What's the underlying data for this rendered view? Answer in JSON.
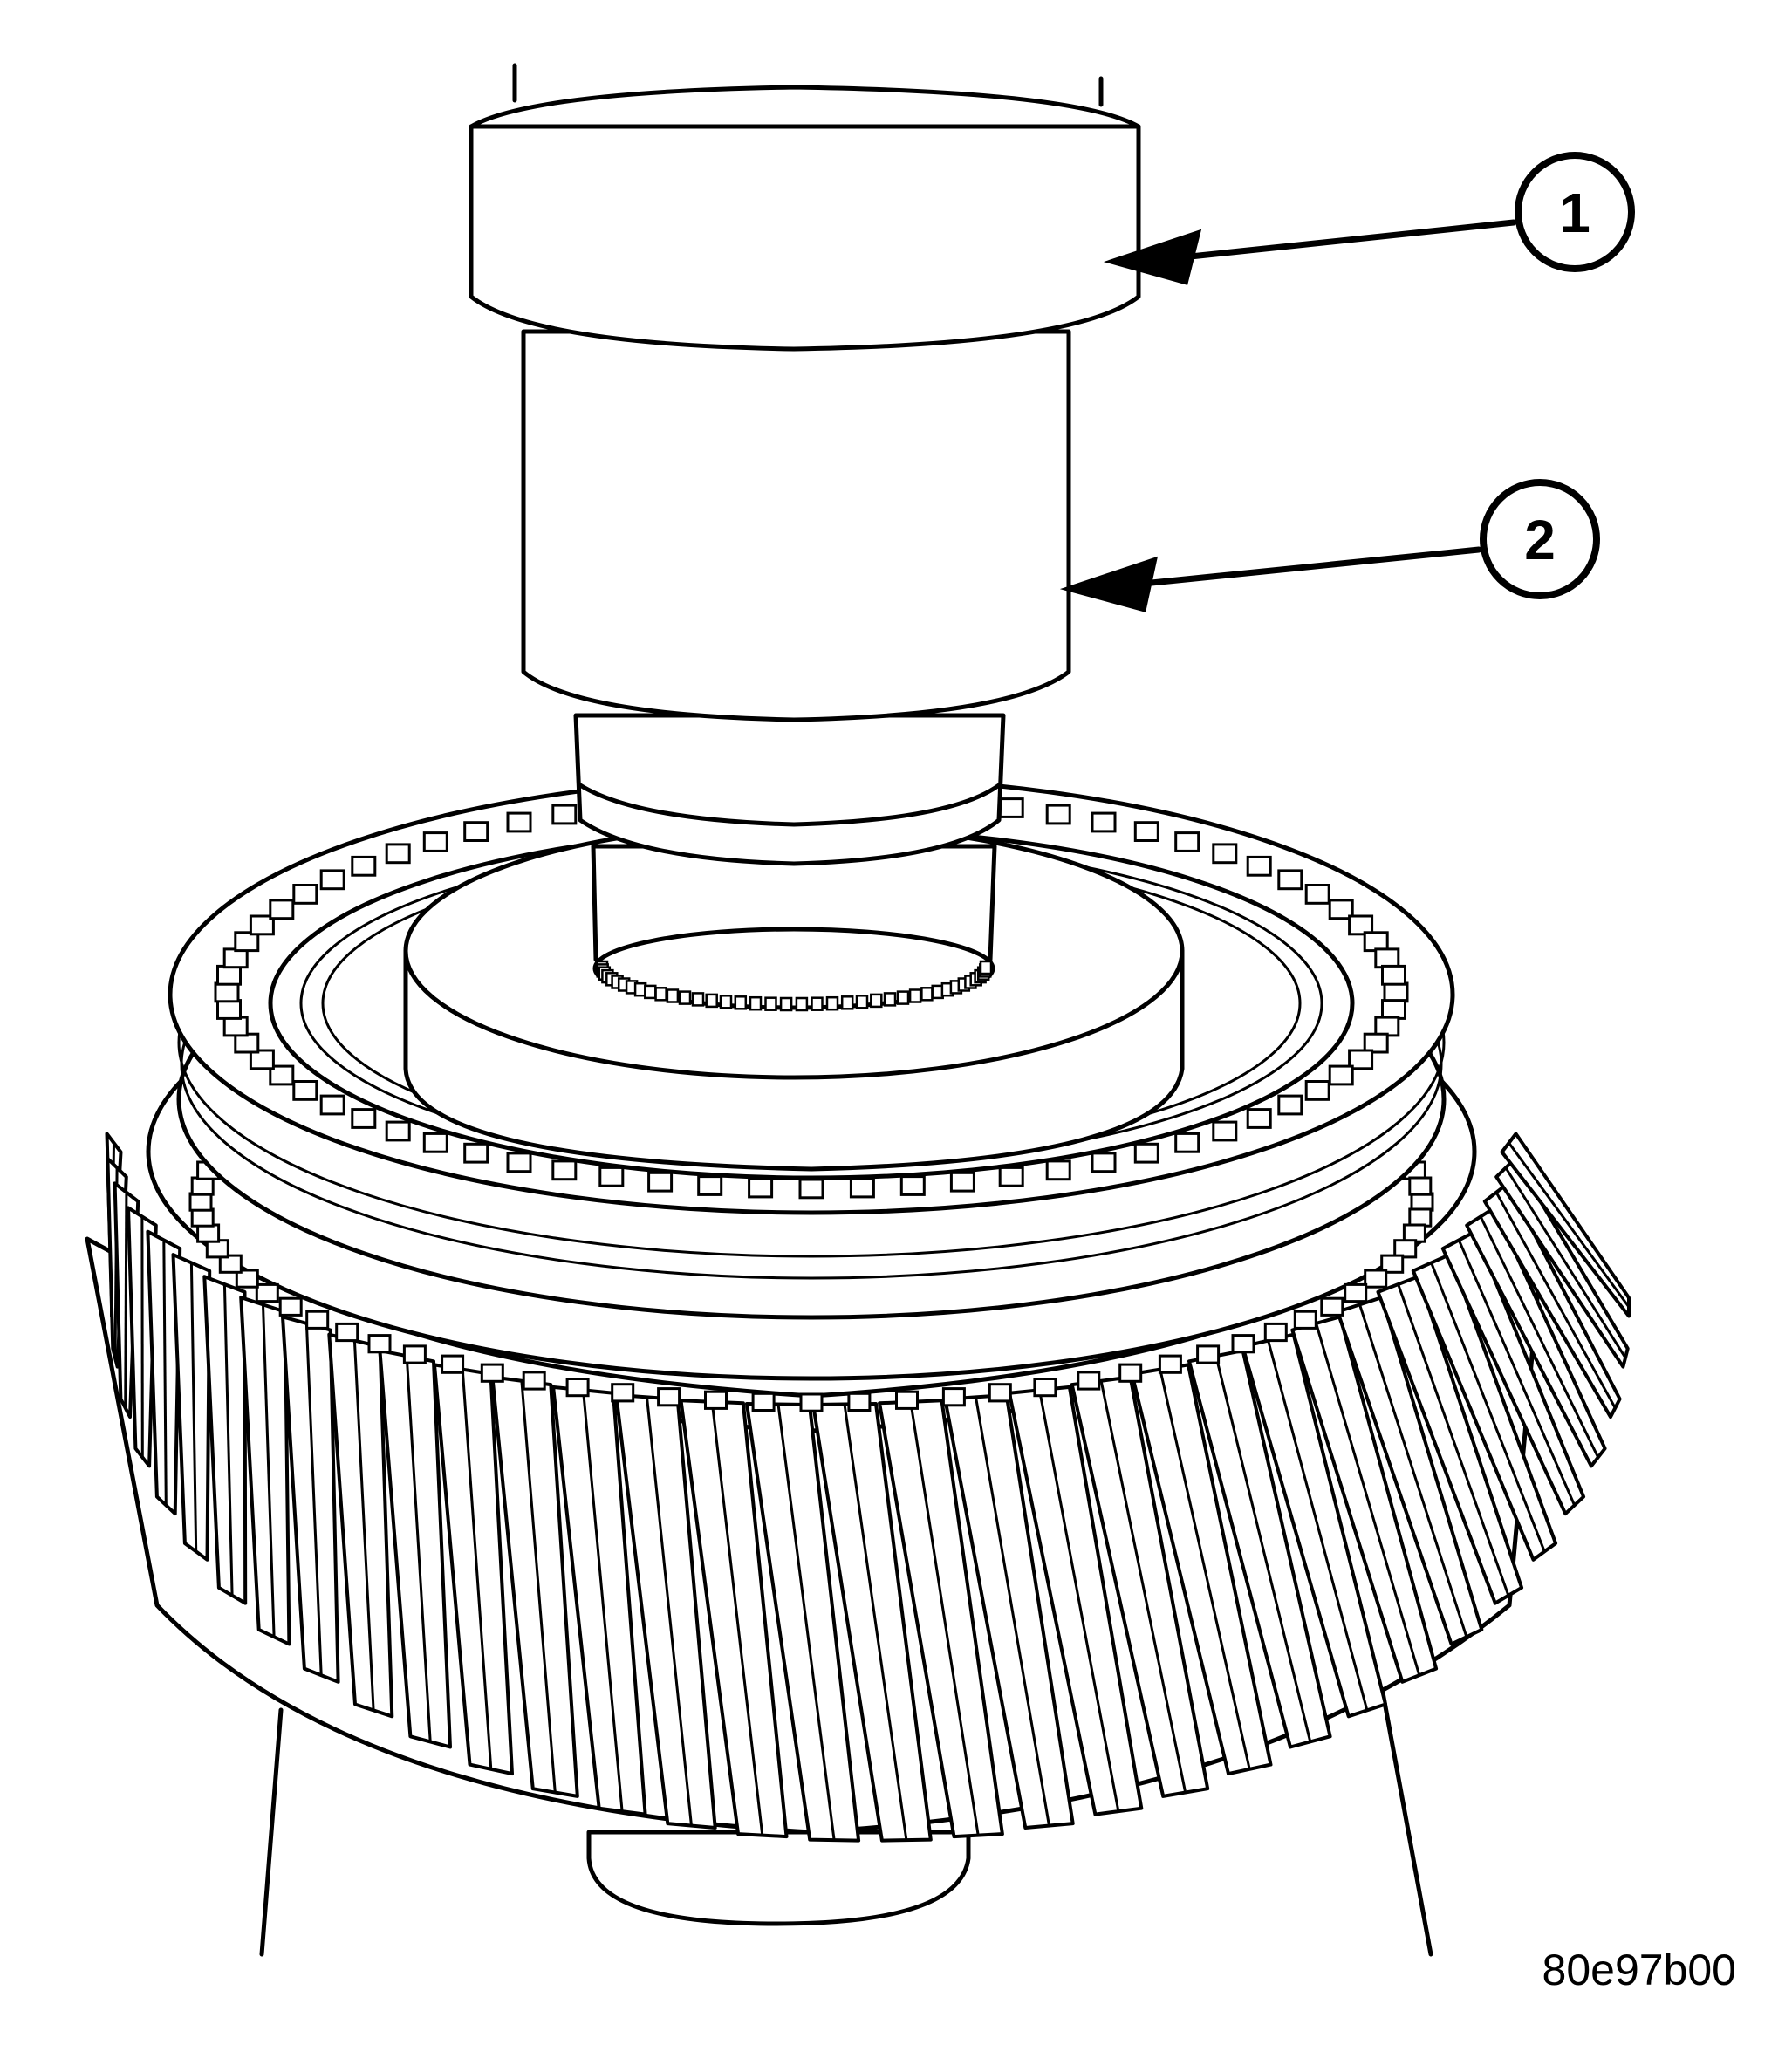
{
  "figure": {
    "figure_id": "80e97b00"
  },
  "callouts": [
    {
      "number": "1"
    },
    {
      "number": "2"
    }
  ],
  "colors": {
    "line": "#000000",
    "background": "#ffffff"
  }
}
